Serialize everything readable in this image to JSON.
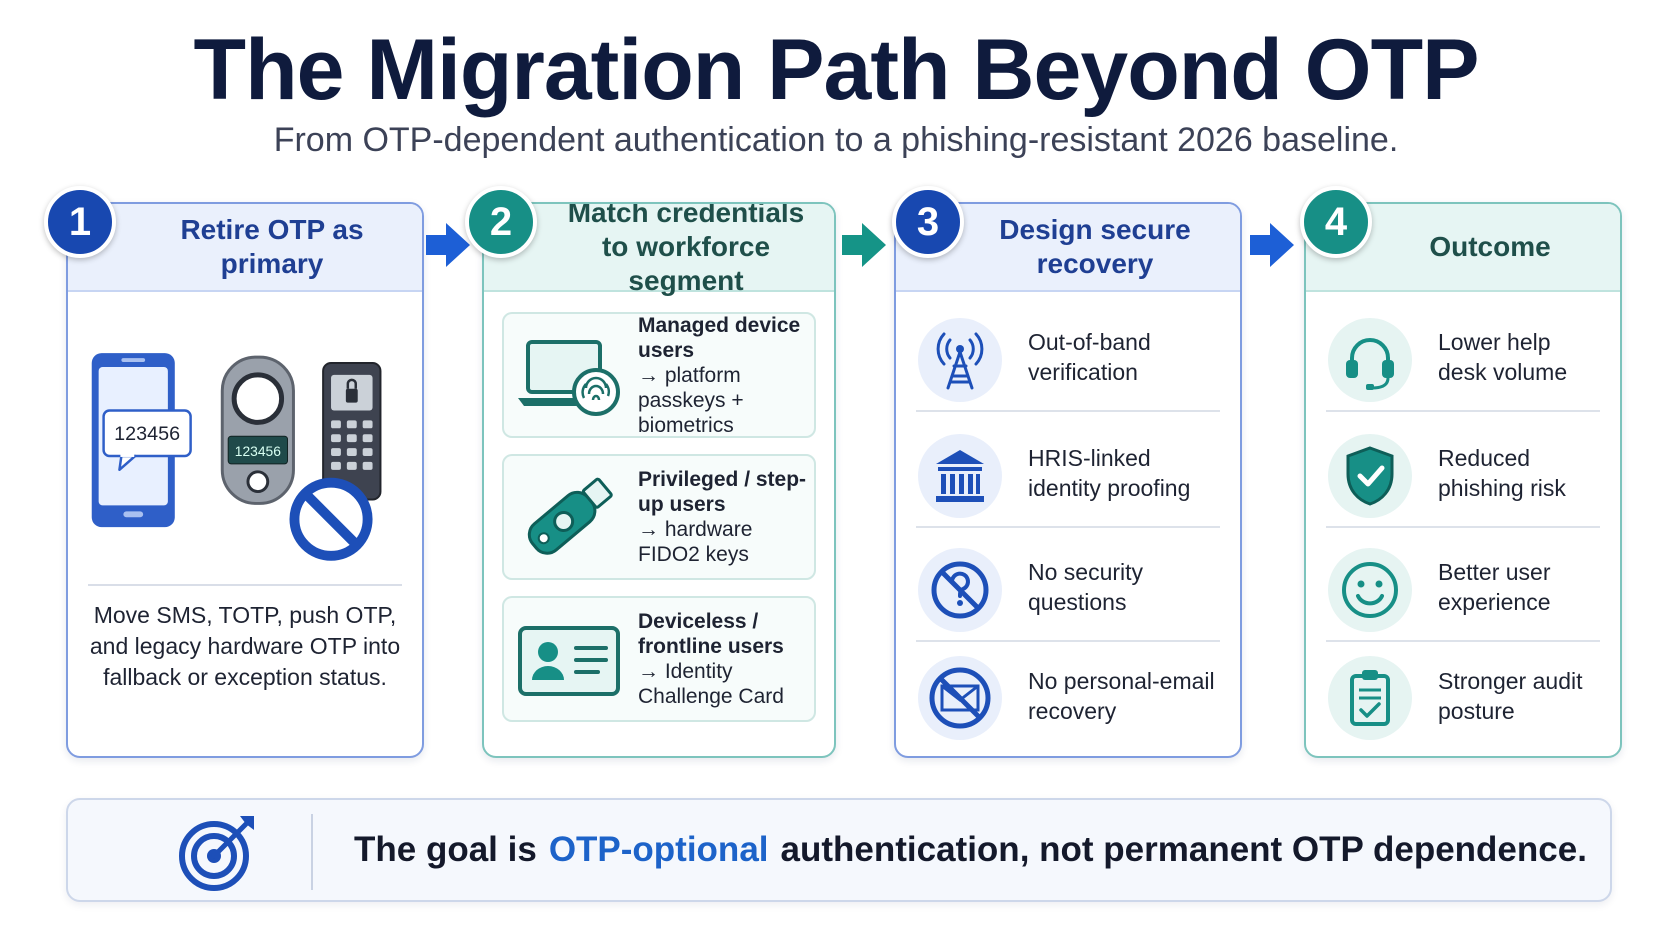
{
  "header": {
    "title": "The Migration Path Beyond OTP",
    "subtitle": "From OTP-dependent authentication to a phishing-resistant 2026 baseline."
  },
  "colors": {
    "blue": "#1848b0",
    "teal": "#178f86",
    "navy": "#0f1b3d",
    "highlight": "#1d63c9"
  },
  "steps": [
    {
      "number": "1",
      "title": "Retire OTP as primary",
      "sms_code": "123456",
      "token_code": "123456",
      "icons": [
        "smartphone-icon",
        "hardware-token-icon",
        "keypad-token-icon",
        "prohibited-icon"
      ],
      "body": "Move SMS, TOTP, push OTP, and legacy hardware OTP into fallback or exception status."
    },
    {
      "number": "2",
      "title": "Match credentials to workforce segment",
      "segments": [
        {
          "lead": "Managed device users",
          "rest": "→ platform passkeys + biometrics",
          "icon": "laptop-fingerprint-icon"
        },
        {
          "lead": "Privileged / step-up users",
          "rest": "→ hardware FIDO2 keys",
          "icon": "security-key-icon"
        },
        {
          "lead": "Deviceless / frontline users",
          "rest": "→ Identity Challenge Card",
          "icon": "id-card-icon"
        }
      ]
    },
    {
      "number": "3",
      "title": "Design secure recovery",
      "items": [
        {
          "label": "Out-of-band verification",
          "icon": "antenna-icon"
        },
        {
          "label": "HRIS-linked identity proofing",
          "icon": "institution-icon"
        },
        {
          "label": "No security questions",
          "icon": "no-question-icon"
        },
        {
          "label": "No personal-email recovery",
          "icon": "no-email-icon"
        }
      ]
    },
    {
      "number": "4",
      "title": "Outcome",
      "items": [
        {
          "label": "Lower help desk volume",
          "icon": "headset-icon"
        },
        {
          "label": "Reduced phishing risk",
          "icon": "shield-check-icon"
        },
        {
          "label": "Better user experience",
          "icon": "smiley-icon"
        },
        {
          "label": "Stronger audit posture",
          "icon": "clipboard-check-icon"
        }
      ]
    }
  ],
  "goal": {
    "prefix": "The goal is",
    "highlight": "OTP-optional",
    "suffix": "authentication, not permanent OTP dependence.",
    "icon": "target-icon"
  }
}
